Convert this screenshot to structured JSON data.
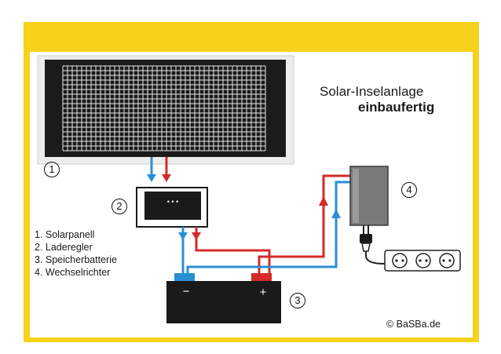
{
  "title": {
    "line1": "Solar-Inselanlage",
    "line2": "einbaufertig"
  },
  "legend": [
    "1. Solarpanell",
    "2. Laderegler",
    "3. Speicherbatterie",
    "4. Wechselrichter"
  ],
  "markers": {
    "panel": "1",
    "controller": "2",
    "battery": "3",
    "inverter": "4"
  },
  "battery_terminals": {
    "negative": "−",
    "positive": "+"
  },
  "controller_display": "• • •",
  "copyright": "© BaSBa.de",
  "colors": {
    "frame": "#f7d21a",
    "positive_wire": "#d42a2a",
    "negative_wire": "#2a8fd4",
    "device_dark": "#1a1a1a",
    "inverter_gray": "#7a7a7a"
  }
}
